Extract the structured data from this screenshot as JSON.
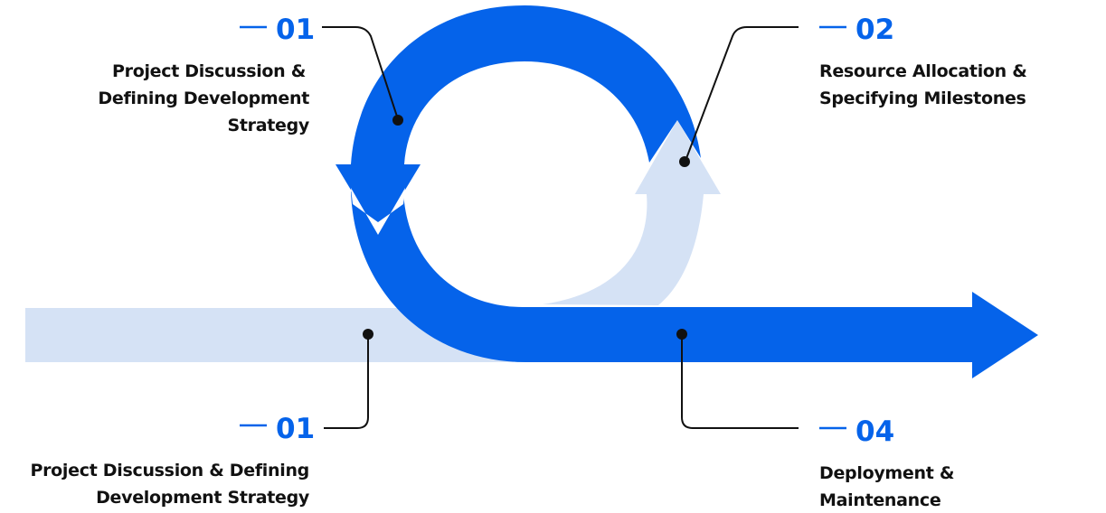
{
  "colors": {
    "accent": "#0563ea",
    "light": "#d5e2f5",
    "text": "#111111",
    "connector": "#111111"
  },
  "steps": [
    {
      "number": "01",
      "label_lines": [
        "Project Discussion &",
        "Defining Development",
        "Strategy"
      ]
    },
    {
      "number": "02",
      "label_lines": [
        "Resource Allocation &",
        "Specifying Milestones"
      ]
    },
    {
      "number": "01",
      "label_lines": [
        "Project Discussion & Defining",
        "Development Strategy"
      ]
    },
    {
      "number": "04",
      "label_lines": [
        "Deployment &",
        "Maintenance"
      ]
    }
  ]
}
